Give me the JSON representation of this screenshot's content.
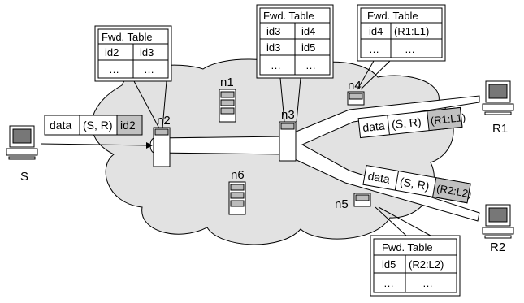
{
  "nodes": {
    "S": "S",
    "R1": "R1",
    "R2": "R2",
    "n1": "n1",
    "n2": "n2",
    "n3": "n3",
    "n4": "n4",
    "n5": "n5",
    "n6": "n6"
  },
  "fwd_tables": {
    "n2": {
      "title": "Fwd. Table",
      "rows": [
        [
          "id2",
          "id3"
        ],
        [
          "…",
          "…"
        ]
      ]
    },
    "n3": {
      "title": "Fwd. Table",
      "rows": [
        [
          "id3",
          "id4"
        ],
        [
          "id3",
          "id5"
        ],
        [
          "…",
          "…"
        ]
      ]
    },
    "n4": {
      "title": "Fwd. Table",
      "rows": [
        [
          "id4",
          "(R1:L1)"
        ],
        [
          "…",
          "…"
        ]
      ]
    },
    "n5": {
      "title": "Fwd. Table",
      "rows": [
        [
          "id5",
          "(R2:L2)"
        ],
        [
          "…",
          "…"
        ]
      ]
    }
  },
  "packets": {
    "source": [
      "data",
      "(S, R)",
      "id2"
    ],
    "to_r1": [
      "data",
      "(S, R)",
      "(R1:L1)"
    ],
    "to_r2": [
      "data",
      "(S, R)",
      "(R2:L2)"
    ]
  },
  "colors": {
    "cloud": "#e2e2e2",
    "tunnel": "#ffffff",
    "label_shade": "#c0c0c0",
    "outline": "#000000"
  }
}
